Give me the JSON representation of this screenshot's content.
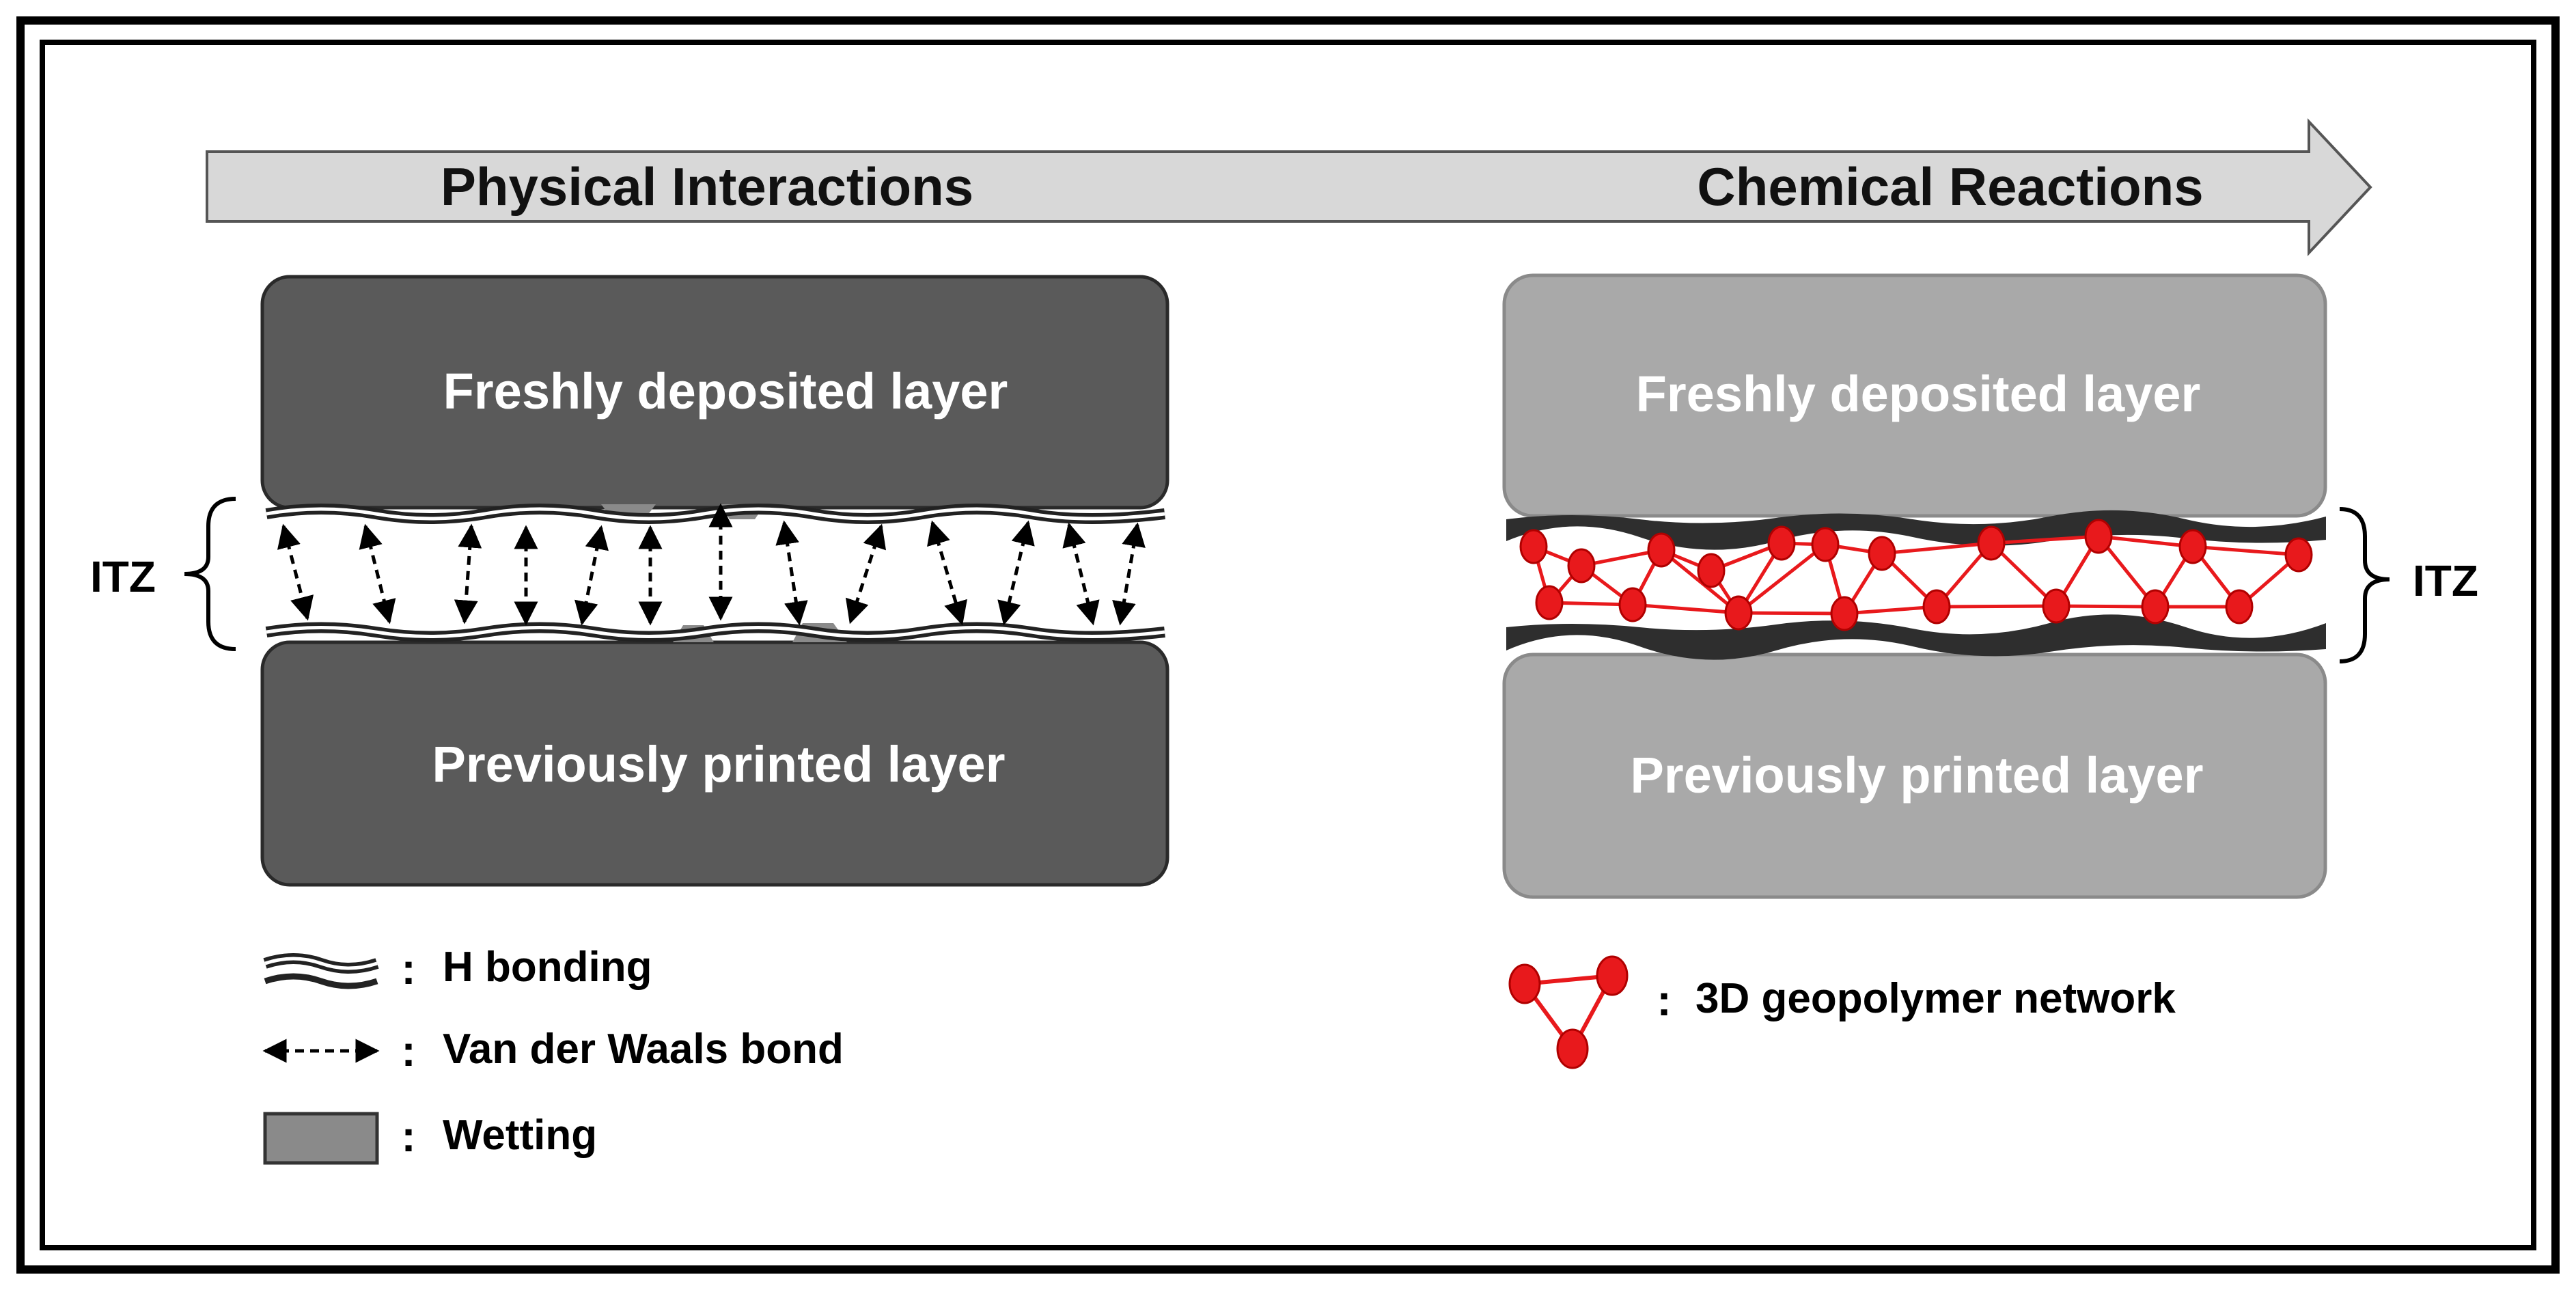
{
  "arrow": {
    "left_label": "Physical Interactions",
    "right_label": "Chemical Reactions"
  },
  "physical_panel": {
    "top_layer": "Freshly deposited layer",
    "bottom_layer": "Previously printed layer",
    "zone_label": "ITZ",
    "layer_color": "#5a5a5a"
  },
  "chemical_panel": {
    "top_layer": "Freshly deposited layer",
    "bottom_layer": "Previously printed layer",
    "zone_label": "ITZ",
    "layer_color": "#a9a9a9",
    "network_color": "#e8191c"
  },
  "legend": {
    "separator": ":",
    "items": [
      {
        "icon": "h-bond-wavy-line-icon",
        "label": "H bonding"
      },
      {
        "icon": "double-headed-dashed-arrow-icon",
        "label": "Van der Waals bond"
      },
      {
        "icon": "gray-rectangle-icon",
        "label": "Wetting"
      },
      {
        "icon": "red-triangle-network-icon",
        "label": "3D geopolymer network"
      }
    ]
  }
}
